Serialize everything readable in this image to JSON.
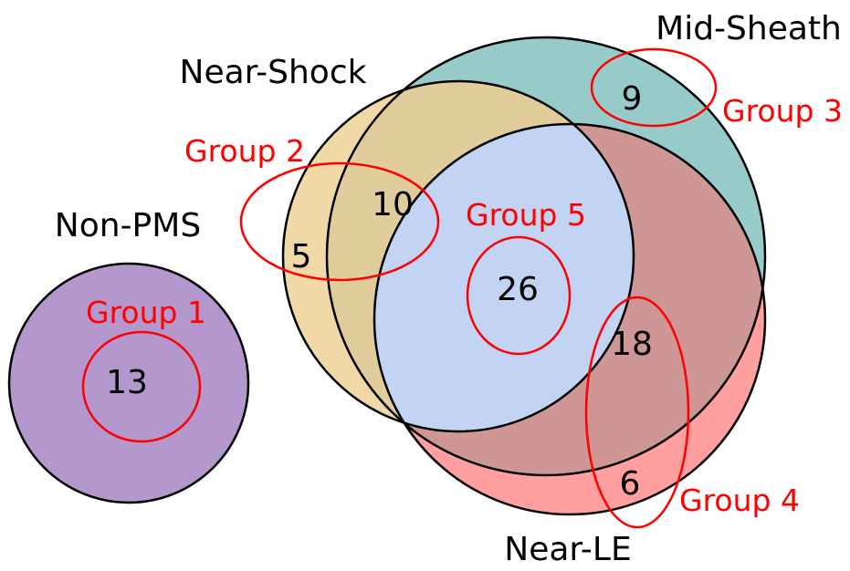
{
  "colors": {
    "non_pms": "#b497cc",
    "near_shock": "#f0d9a6",
    "mid_sheath": "#96cbc9",
    "near_le": "#ff9f9f",
    "ns_ms_overlap": "#e1cc9c",
    "ms_le_overlap": "#cf9696",
    "core": "#c2d3f3",
    "outline": "#000000",
    "group": "#ff0000"
  },
  "sets": {
    "non_pms": "Non-PMS",
    "near_shock": "Near-Shock",
    "mid_sheath": "Mid-Sheath",
    "near_le": "Near-LE"
  },
  "counts": {
    "non_pms": "13",
    "near_shock_only": "5",
    "near_shock_mid_sheath": "10",
    "core": "26",
    "mid_sheath_only": "9",
    "mid_sheath_near_le": "18",
    "near_le_only": "6"
  },
  "groups": {
    "g1": "Group 1",
    "g2": "Group 2",
    "g3": "Group 3",
    "g4": "Group 4",
    "g5": "Group 5"
  }
}
